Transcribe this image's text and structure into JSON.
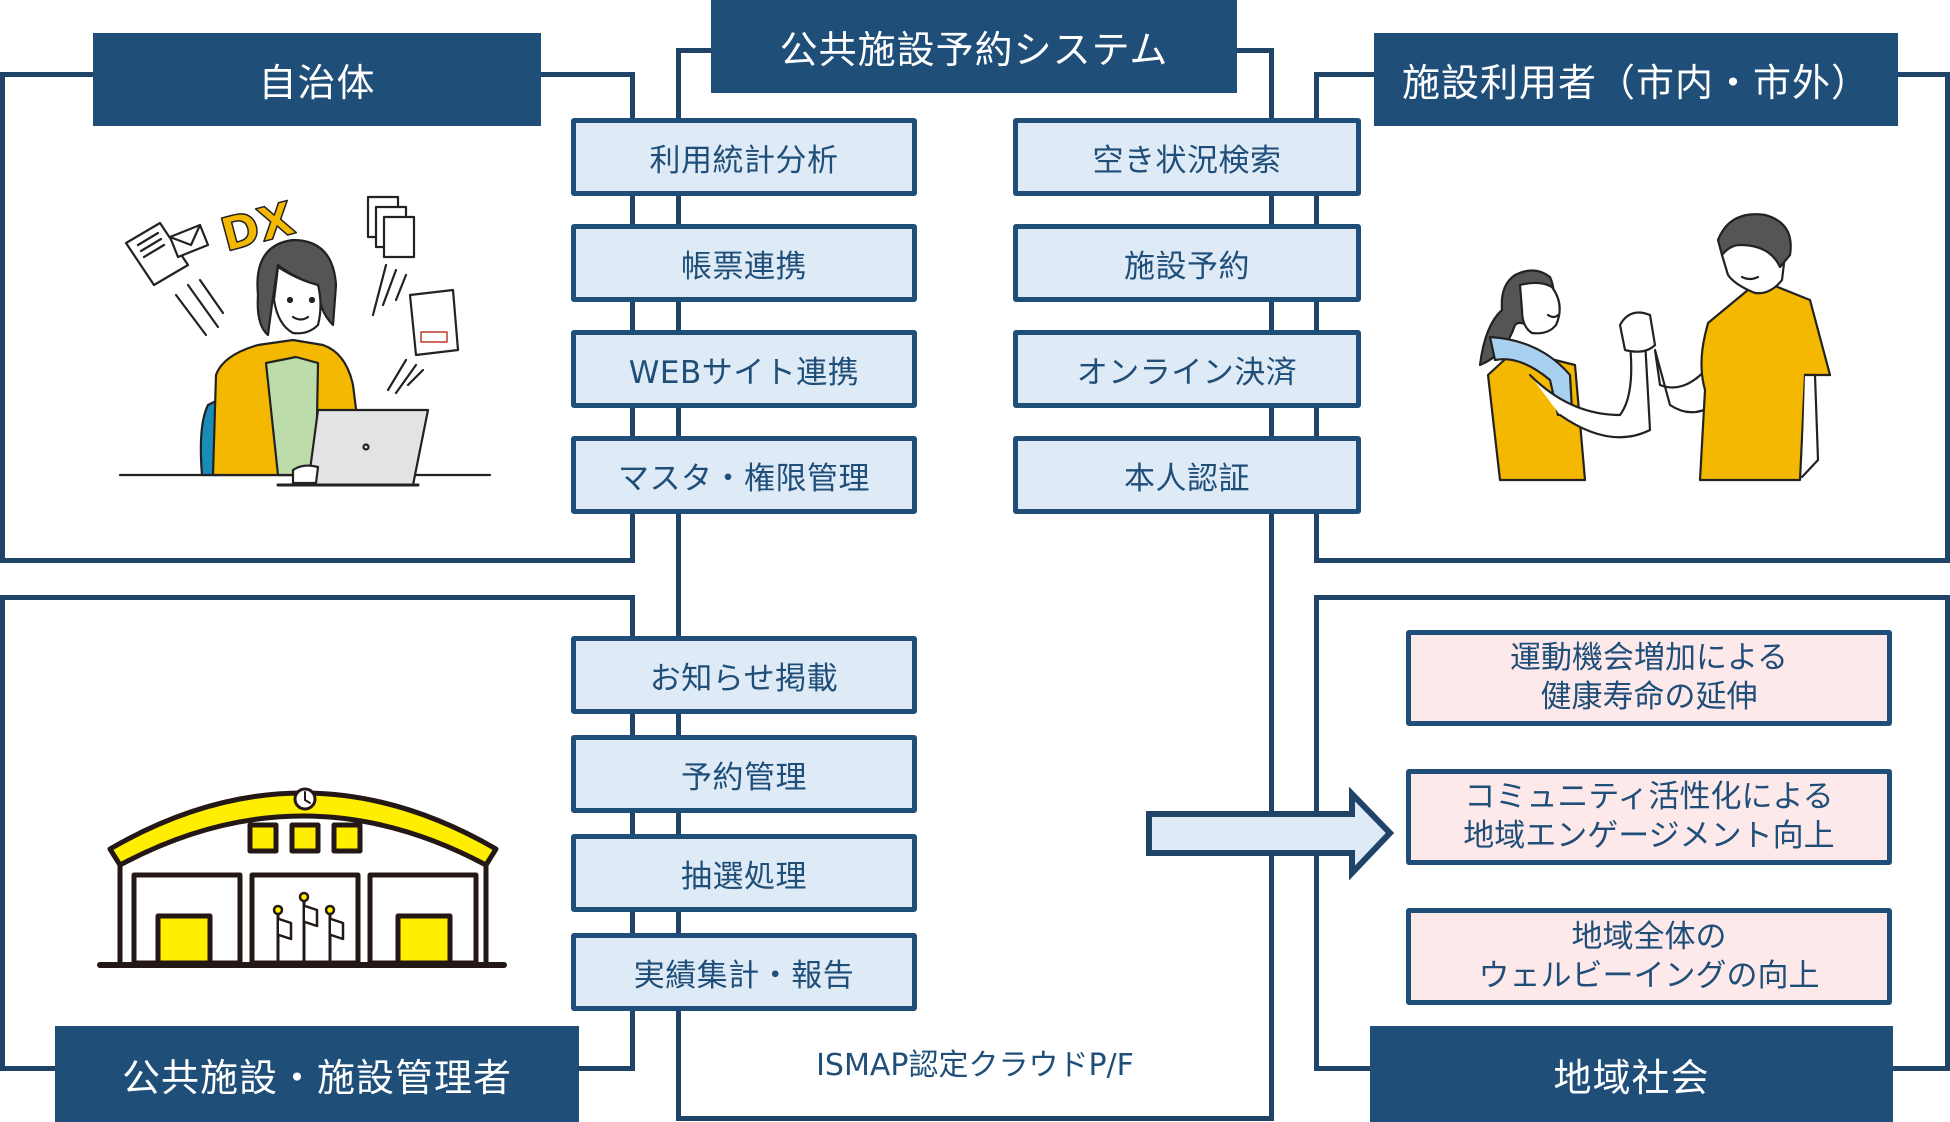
{
  "title": "公共施設予約システム",
  "platform_label": "ISMAP認定クラウドP/F",
  "colors": {
    "header_bg": "#1f4e79",
    "line": "#1f4468",
    "function_box_bg": "#deeaf6",
    "outcome_box_bg": "#fde8ea",
    "accent_yellow": "#f5b800"
  },
  "stakeholders": {
    "municipality": {
      "label": "自治体",
      "illustration": "office-worker-dx-illustration"
    },
    "facility_users": {
      "label": "施設利用者（市内・市外）",
      "illustration": "people-handshake-illustration"
    },
    "facility_managers": {
      "label": "公共施設・施設管理者",
      "illustration": "public-facility-building-illustration"
    },
    "community": {
      "label": "地域社会"
    }
  },
  "functions": {
    "municipality": [
      "利用統計分析",
      "帳票連携",
      "WEBサイト連携",
      "マスタ・権限管理"
    ],
    "users": [
      "空き状況検索",
      "施設予約",
      "オンライン決済",
      "本人認証"
    ],
    "facility_managers": [
      "お知らせ掲載",
      "予約管理",
      "抽選処理",
      "実績集計・報告"
    ]
  },
  "outcomes": [
    {
      "line1": "運動機会増加による",
      "line2": "健康寿命の延伸"
    },
    {
      "line1": "コミュニティ活性化による",
      "line2": "地域エンゲージメント向上"
    },
    {
      "line1": "地域全体の",
      "line2": "ウェルビーイングの向上"
    }
  ],
  "illustration_text": {
    "dx": "DX"
  }
}
